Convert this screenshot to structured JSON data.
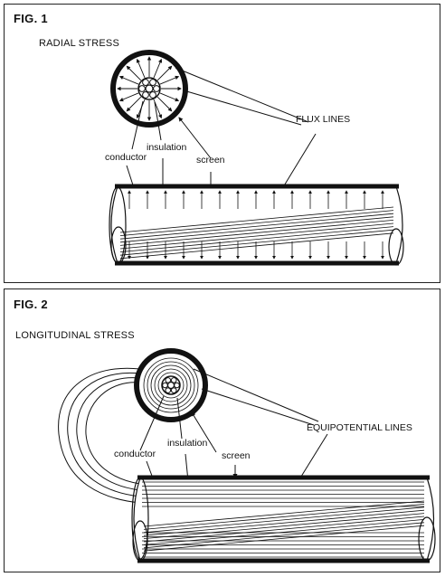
{
  "fig1": {
    "title": "FIG. 1",
    "caption": "RADIAL STRESS",
    "labels": {
      "conductor": "conductor",
      "insulation": "insulation",
      "screen": "screen",
      "flux": "FLUX LINES"
    }
  },
  "fig2": {
    "title": "FIG. 2",
    "caption": "LONGITUDINAL STRESS",
    "labels": {
      "conductor": "conductor",
      "insulation": "insulation",
      "screen": "screen",
      "equipotential": "EQUIPOTENTIAL LINES"
    }
  }
}
